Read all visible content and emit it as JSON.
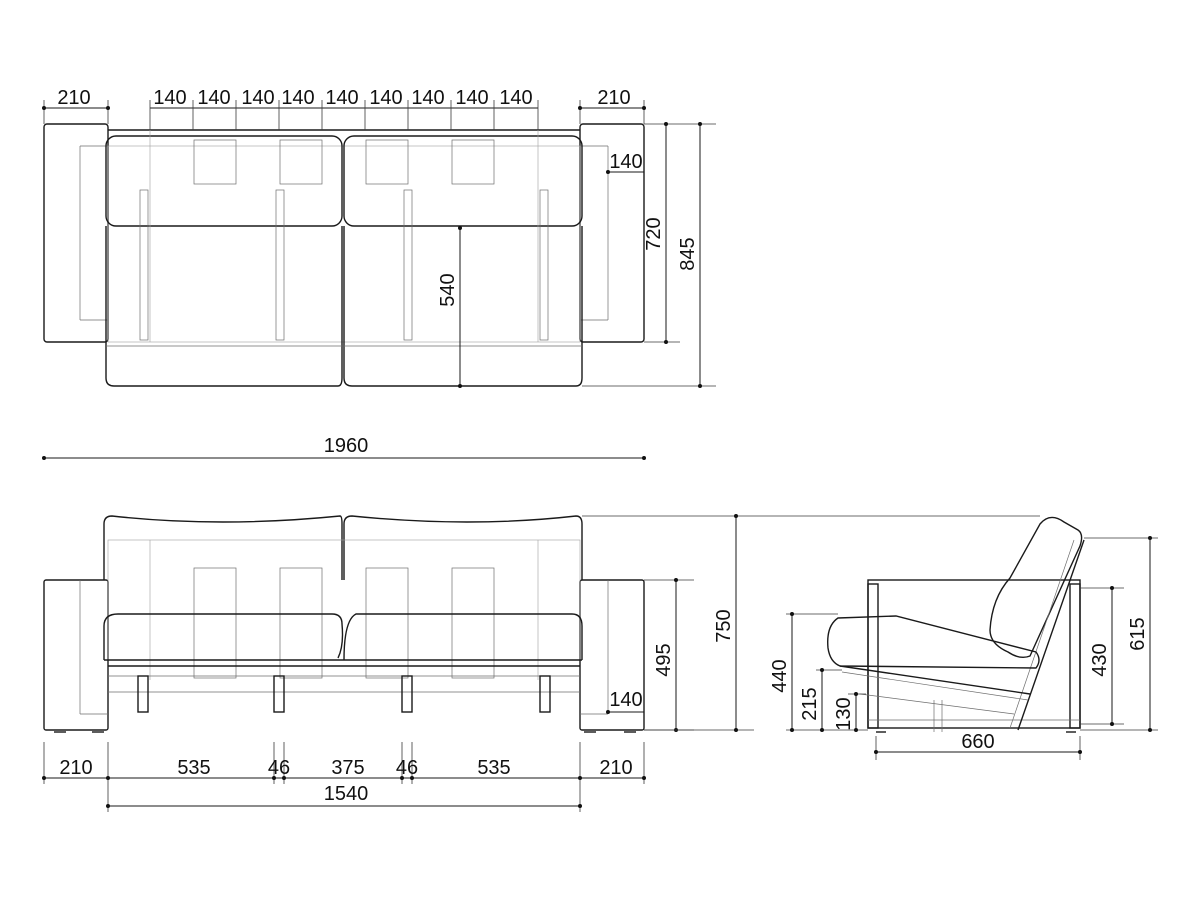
{
  "top_view": {
    "arm_left_width": "210",
    "arm_right_width": "210",
    "spacing": [
      "140",
      "140",
      "140",
      "140",
      "140",
      "140",
      "140",
      "140",
      "140"
    ],
    "arm_inner_depth": "140",
    "seat_depth": "540",
    "arm_depth": "720",
    "total_depth": "845"
  },
  "overall_width": "1960",
  "front_view": {
    "arm_height": "495",
    "arm_inner_height": "140",
    "total_height": "750",
    "bottom": {
      "arm_left": "210",
      "seat_left": "535",
      "leg_left": "46",
      "center": "375",
      "leg_right": "46",
      "seat_right": "535",
      "arm_right": "210"
    },
    "inner_width": "1540"
  },
  "side_view": {
    "seat_height": "440",
    "frame_height": "215",
    "clearance": "130",
    "arm_height": "430",
    "back_height": "615",
    "depth": "660"
  }
}
